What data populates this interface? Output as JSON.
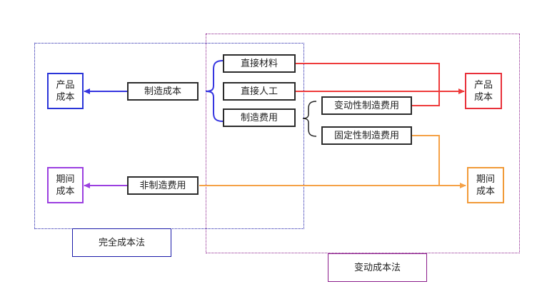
{
  "regions": {
    "full_cost": {
      "label": "完全成本法",
      "color": "#1a1aa8"
    },
    "variable_cost": {
      "label": "变动成本法",
      "color": "#8a1a8a"
    }
  },
  "left": {
    "product_cost": {
      "label": "产品\n成本",
      "color": "#2a35d8"
    },
    "period_cost": {
      "label": "期间\n成本",
      "color": "#9b3fe0"
    }
  },
  "center": {
    "manufacturing_cost": "制造成本",
    "non_manufacturing": "非制造费用",
    "direct_materials": "直接材料",
    "direct_labor": "直接人工",
    "overhead": "制造费用",
    "variable_overhead": "变动性制造费用",
    "fixed_overhead": "固定性制造费用"
  },
  "right": {
    "product_cost": {
      "label": "产品\n成本",
      "color": "#e8303a"
    },
    "period_cost": {
      "label": "期间\n成本",
      "color": "#f19a38"
    }
  },
  "colors": {
    "blue": "#3535e0",
    "violet": "#9b3fe0",
    "red": "#ee3b3b",
    "orange": "#f5a146"
  }
}
